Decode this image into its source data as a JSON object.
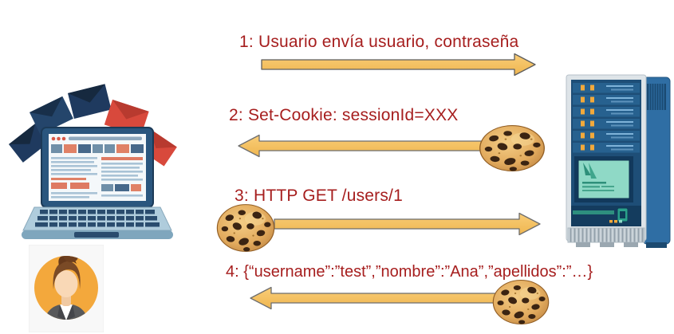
{
  "diagram_title": "cookie-session-flow",
  "palette": {
    "message_text": "#A61E1E",
    "arrow_fill_top": "#F9CD77",
    "arrow_fill_bottom": "#EFB650",
    "arrow_stroke": "#5D5D5D",
    "cookie_base": "#E3AC5F",
    "cookie_chip": "#3B2412",
    "server_blue": "#2F6EA4",
    "laptop_navy": "#1F3A5F",
    "envelope_red": "#D8493C",
    "avatar_circle": "#F3A83C"
  },
  "icons": {
    "client": "laptop-emails-illustration",
    "user": "user-avatar",
    "server": "server-tower-illustration",
    "cookie": "cookie-icon"
  },
  "messages": [
    {
      "label": "1: Usuario envía usuario, contraseña",
      "direction": "right",
      "cookie": null
    },
    {
      "label": "2: Set-Cookie: sessionId=XXX",
      "direction": "left",
      "cookie": "right-end"
    },
    {
      "label": "3: HTTP GET /users/1",
      "direction": "right",
      "cookie": "left-end"
    },
    {
      "label": "4: {“username”:”test”,”nombre”:”Ana”,”apellidos”:”…}",
      "direction": "left",
      "cookie": "right-end"
    }
  ]
}
